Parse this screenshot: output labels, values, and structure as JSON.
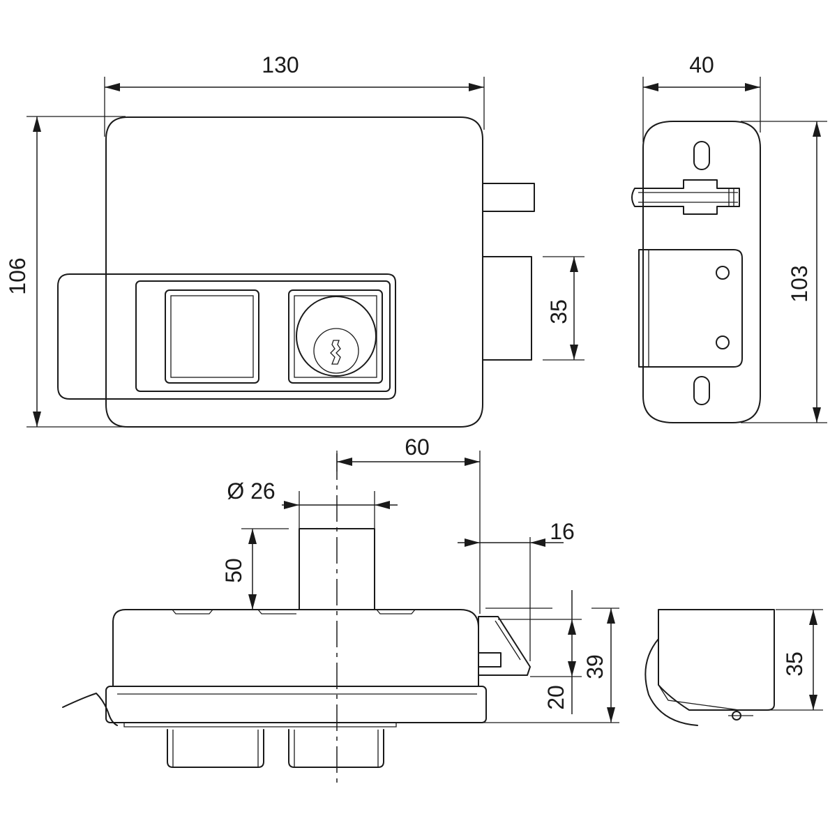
{
  "dimensions": {
    "front_width": "130",
    "front_height": "106",
    "bolt_height": "35",
    "side_width": "40",
    "side_height": "103",
    "axis_offset": "60",
    "cylinder_diameter": "Ø 26",
    "cylinder_length": "50",
    "bolt_projection": "16",
    "bolt_offset": "20",
    "body_depth": "39",
    "keeper_depth": "35"
  }
}
